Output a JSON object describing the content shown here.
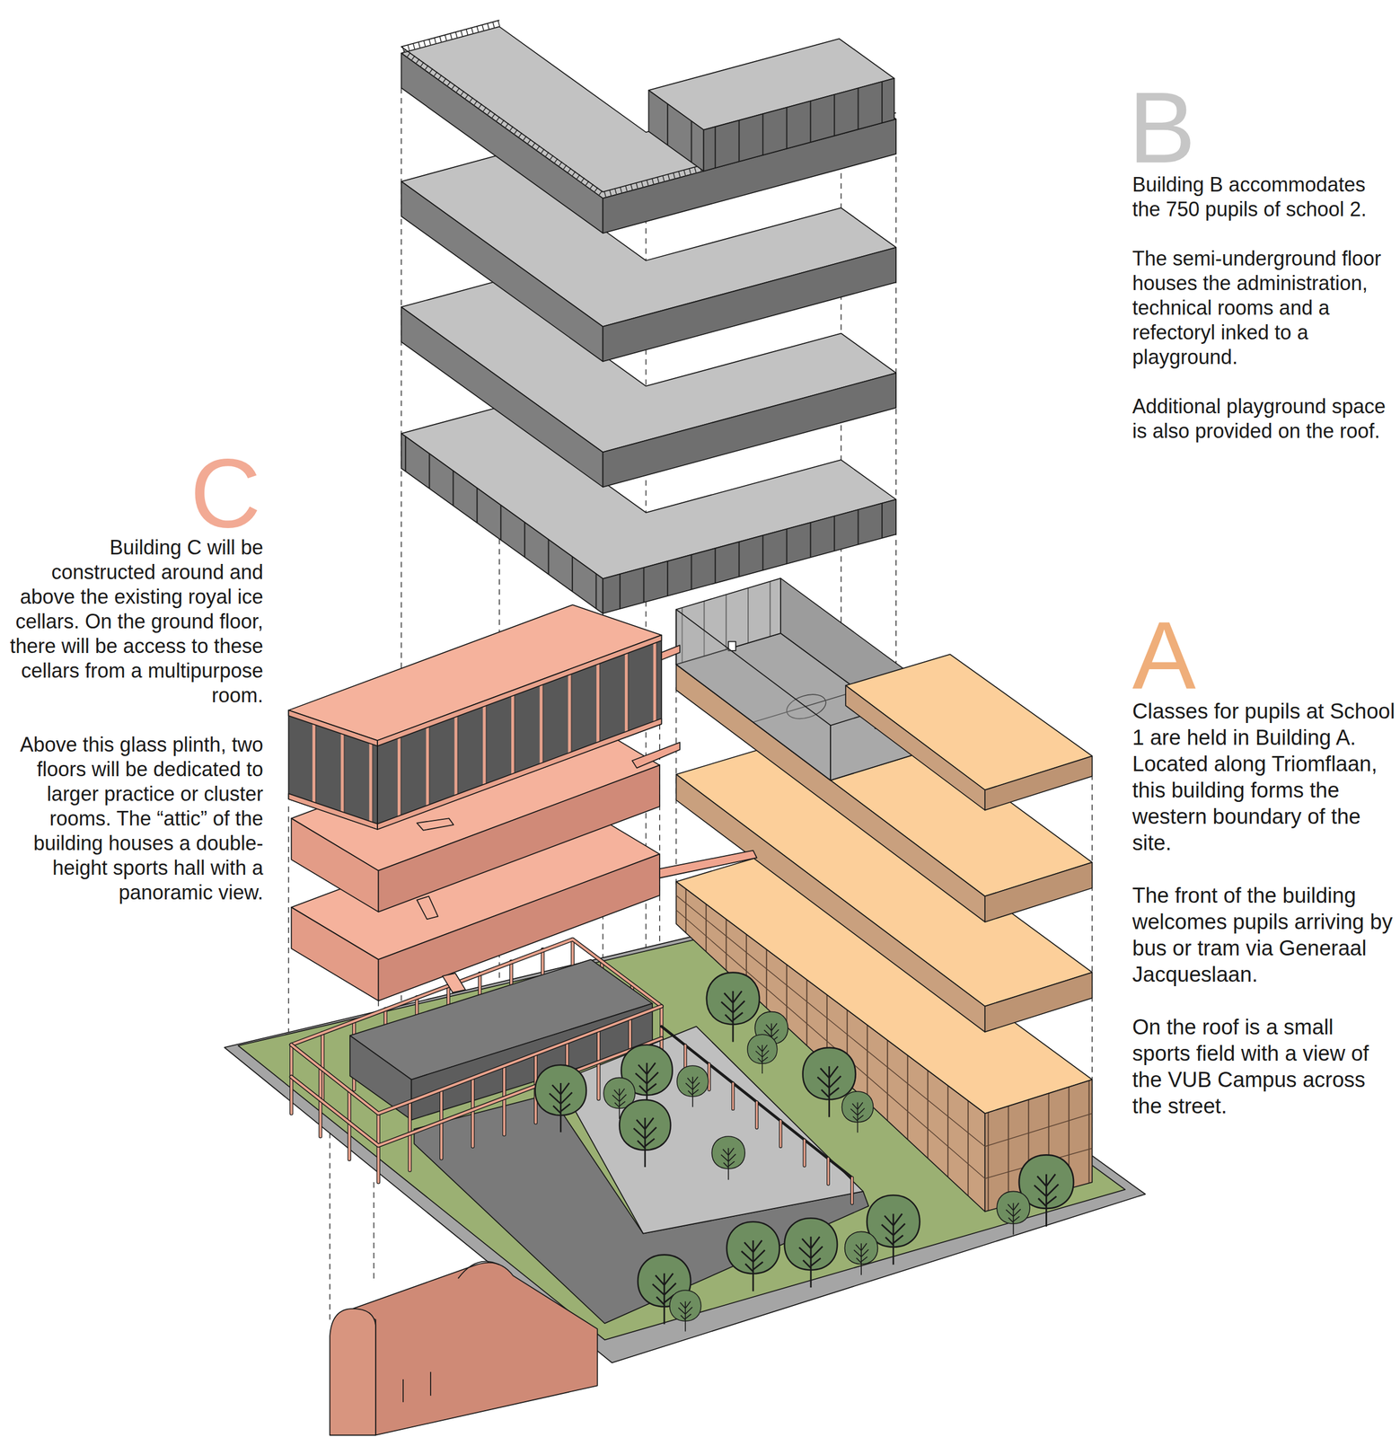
{
  "diagram": {
    "labels": [
      "B",
      "Building B accommodates the 750 pupils of school 2.",
      "The semi-underground floor houses the administration, technical rooms and a refectoryl inked to a playground.",
      "Additional playground space is also provided on the roof.",
      "C",
      "Building C will be constructed around and above the existing royal ice cellars. On the ground floor, there will be access to these cellars from a multipurpose room.",
      "Above this glass plinth, two floors will be dedicated to larger practice or cluster rooms. The “attic” of the building houses a double-height sports hall with a panoramic view.",
      "A",
      "Classes for pupils at School 1 are held in Building A. Located along Triomflaan, this building forms the western boundary of the site.",
      "The front of the building welcomes pupils arriving by bus or tram via Generaal Jacqueslaan.",
      "On the roof is a small sports field with a view of the VUB Campus across the street."
    ]
  }
}
